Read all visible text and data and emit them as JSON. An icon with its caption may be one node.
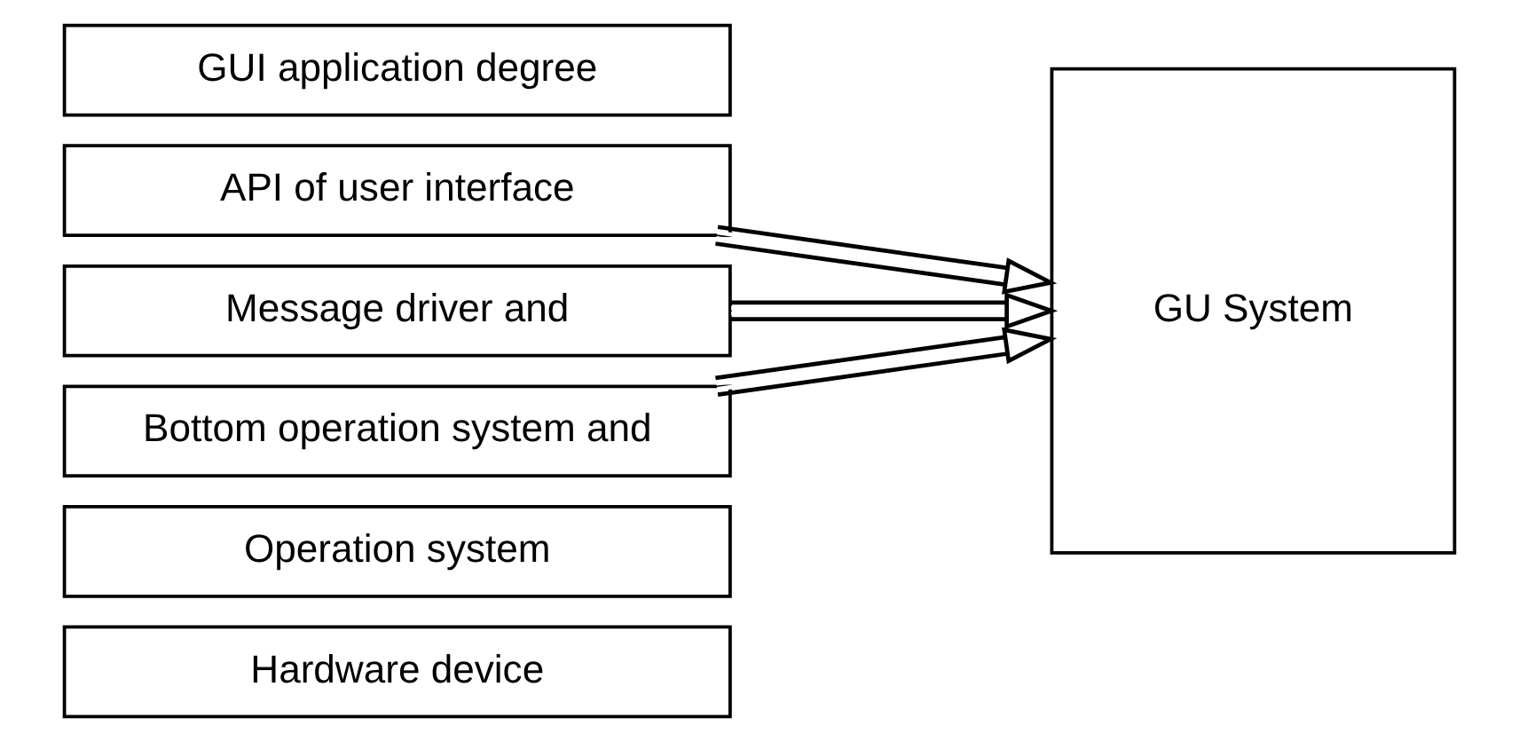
{
  "diagram": {
    "nodes": [
      {
        "text": [
          "GUI application degree"
        ]
      },
      {
        "text": [
          "API of user interface"
        ]
      },
      {
        "text": [
          "Message driver and"
        ]
      },
      {
        "text": [
          "Bottom operation system and"
        ]
      },
      {
        "text": [
          "Operation system"
        ]
      },
      {
        "text": [
          "Hardware device"
        ]
      },
      {
        "text": [
          "GU System"
        ]
      }
    ],
    "edges": [
      {
        "from": 1,
        "to": 6,
        "arrow": "to"
      },
      {
        "from": 2,
        "to": 6,
        "arrow": "to"
      },
      {
        "from": 3,
        "to": 6,
        "arrow": "to"
      }
    ]
  }
}
